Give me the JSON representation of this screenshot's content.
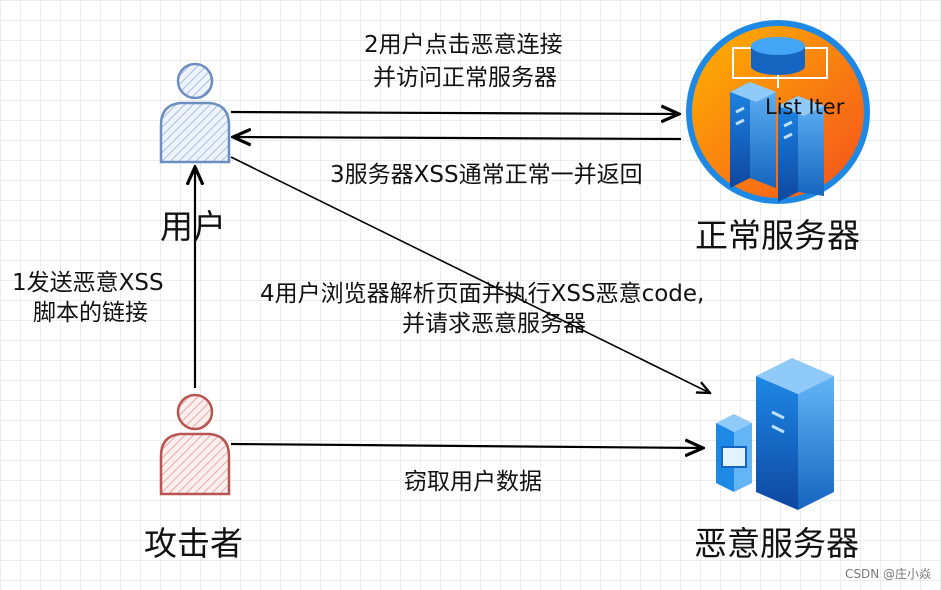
{
  "nodes": {
    "user": "用户",
    "attacker": "攻击者",
    "normal_server": "正常服务器",
    "malicious_server": "恶意服务器",
    "normal_server_icon_text": "List Iter"
  },
  "edges": {
    "step1_line1": "1发送恶意XSS",
    "step1_line2": "脚本的链接",
    "step2_line1": "2用户点击恶意连接",
    "step2_line2": "并访问正常服务器",
    "step3": "3服务器XSS通常正常一并返回",
    "step4_line1": "4用户浏览器解析页面并执行XSS恶意code,",
    "step4_line2": "并请求恶意服务器",
    "steal": "窃取用户数据"
  },
  "watermark": "CSDN @庄小焱",
  "colors": {
    "user": "#6c8ebf",
    "attacker": "#b85450",
    "server_blue": "#1565c0",
    "server_ring": "#ff9800"
  },
  "icons": {
    "user": "user-icon",
    "attacker": "attacker-icon",
    "normal_server": "server-database-icon",
    "malicious_server": "server-icon"
  }
}
